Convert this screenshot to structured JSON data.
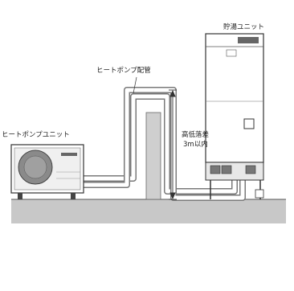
{
  "labels": {
    "storage_unit": "貯湯ユニット",
    "pipe": "ヒートポンプ配管",
    "heat_pump_unit": "ヒートポンプユニット",
    "height_diff_line1": "高低落差",
    "height_diff_line2": "3m以内"
  },
  "icons": {
    "arrow_up": "arrow-up-icon",
    "arrow_down": "arrow-down-icon"
  }
}
